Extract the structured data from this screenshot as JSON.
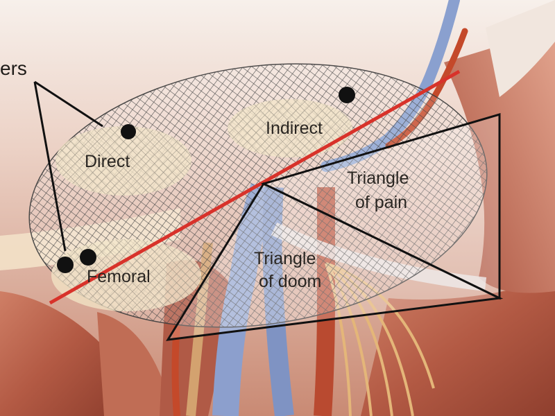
{
  "labels": {
    "fasteners_partial": "ers",
    "direct": "Direct",
    "indirect": "Indirect",
    "femoral": "Femoral",
    "triangle_pain_line1": "Triangle",
    "triangle_pain_line2": "of pain",
    "triangle_doom_line1": "Triangle",
    "triangle_doom_line2": "of doom"
  },
  "colors": {
    "mesh_line": "#4a4a4a",
    "red_line": "#d8322a",
    "triangle_outline": "#111111",
    "muscle": "#b5604a",
    "vein": "#8a9cc8",
    "artery": "#c44a2a",
    "defect_fill": "#f1e2c4"
  }
}
